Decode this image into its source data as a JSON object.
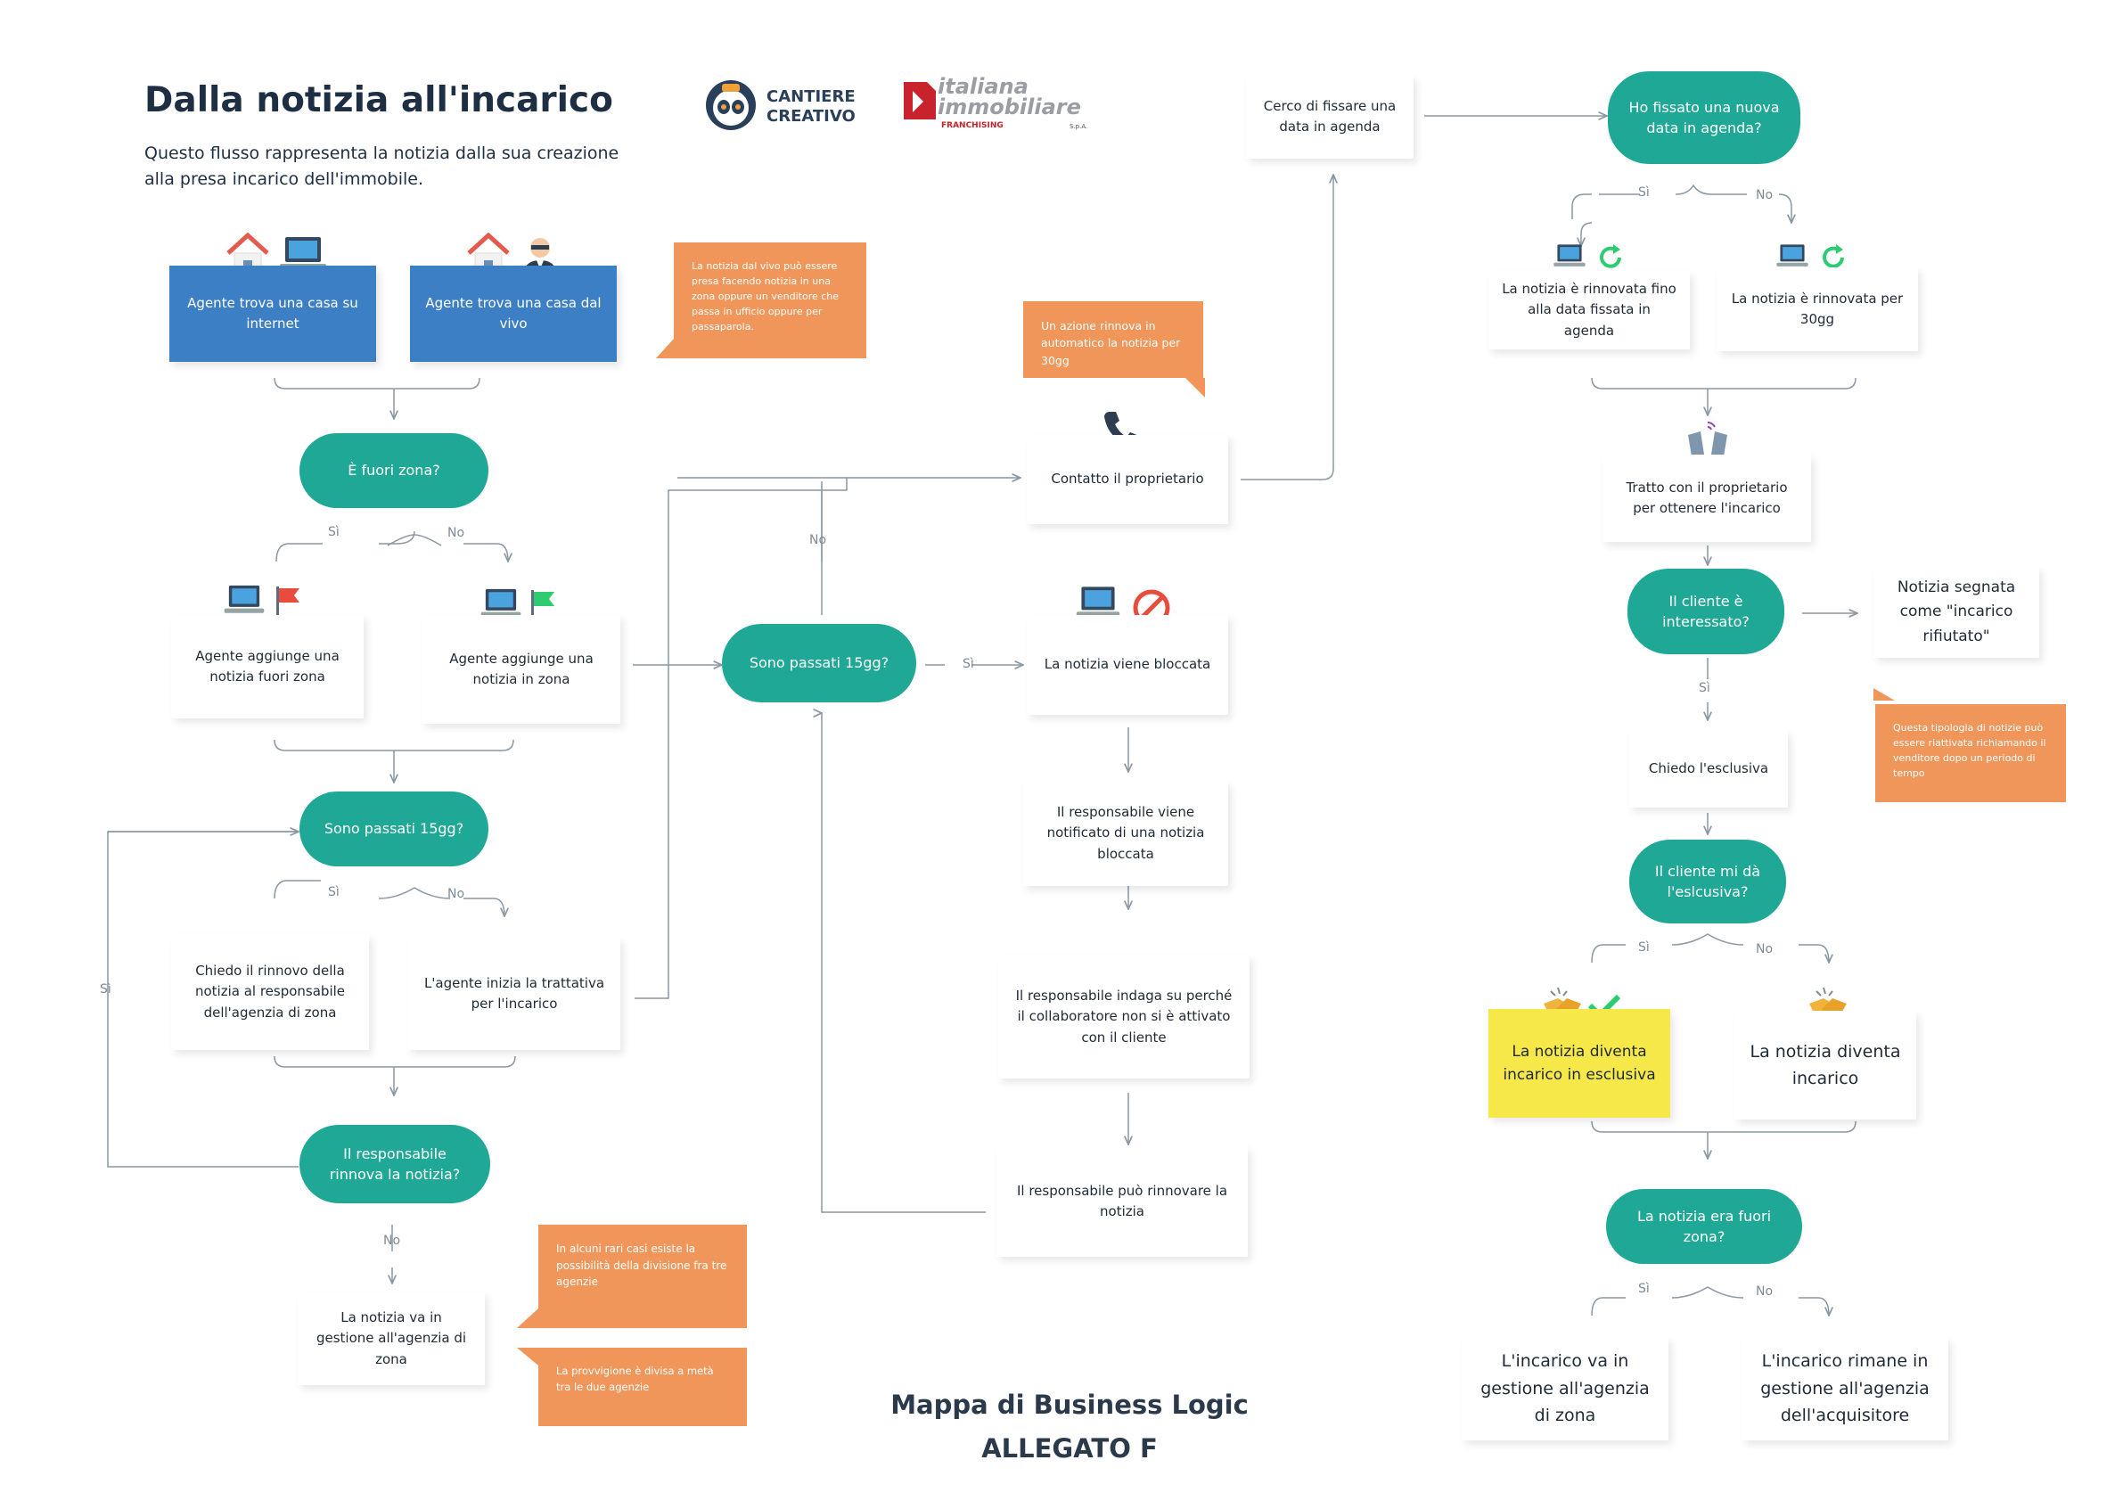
{
  "header": {
    "title": "Dalla notizia all'incarico",
    "subtitle_line1": "Questo flusso rappresenta la notizia dalla sua creazione",
    "subtitle_line2": "alla presa incarico dell'immobile."
  },
  "logos": {
    "cantiere_line1": "CANTIERE",
    "cantiere_line2": "CREATIVO",
    "italiana_line1": "italiana",
    "italiana_line2": "immobiliare",
    "italiana_franchising": "FRANCHISING",
    "italiana_spa": "S.p.A."
  },
  "footer": {
    "line1": "Mappa di Business Logic",
    "line2": "ALLEGATO F"
  },
  "col1": {
    "agent_internet": "Agente trova una casa su internet",
    "agent_vivo": "Agente trova una casa dal vivo",
    "note_vivo": "La notizia dal vivo può essere presa facendo notizia in una zona oppure un venditore che passa in ufficio oppure per passaparola.",
    "q_fuori_zona": "È fuori zona?",
    "si": "Sì",
    "no": "No",
    "add_fuori_zona": "Agente aggiunge una notizia fuori zona",
    "add_in_zona": "Agente aggiunge una notizia in zona",
    "q_15gg": "Sono passati 15gg?",
    "chiedo_rinnovo": "Chiedo il rinnovo della notizia al responsabile dell'agenzia di zona",
    "inizia_trattativa": "L'agente inizia la trattativa per l'incarico",
    "q_rinnova": "Il responsabile rinnova la notizia?",
    "gestione_zona": "La notizia va in gestione all'agenzia di zona",
    "note_tre_agenzie": "In alcuni rari casi esiste la possibilità della divisione fra tre agenzie",
    "note_provvigione": "La provvigione è divisa a metà tra le due agenzie"
  },
  "col2": {
    "q_15gg": "Sono passati 15gg?",
    "note_rinnova": "Un azione rinnova in automatico la notizia per 30gg",
    "contatto": "Contatto il proprietario",
    "bloccata": "La notizia viene bloccata",
    "notificato": "Il responsabile viene notificato di una notizia bloccata",
    "indaga": "Il responsabile indaga su perché il collaboratore non si è attivato con il cliente",
    "puo_rinnovare": "Il responsabile può rinnovare la notizia"
  },
  "col3": {
    "cerco_fissare": "Cerco di fissare una data in agenda",
    "q_nuova_data": "Ho fissato una nuova data in agenda?",
    "rinnovata_fino": "La notizia è rinnovata fino alla data fissata in agenda",
    "rinnovata_30": "La notizia è rinnovata per 30gg",
    "tratto": "Tratto con il proprietario per ottenere l'incarico",
    "q_interessato": "Il cliente è interessato?",
    "rifiutato": "Notizia segnata come \"incarico rifiutato\"",
    "note_riattivata": "Questa tipologia di notizie può essere riattivata richiamando il venditore dopo un periodo di tempo",
    "chiedo_esclusiva": "Chiedo l'esclusiva",
    "q_esclusiva": "Il cliente mi dà l'eslcusiva?",
    "incarico_esclusiva": "La notizia diventa incarico in esclusiva",
    "incarico": "La notizia diventa incarico",
    "q_fuori_zona": "La notizia era fuori zona?",
    "gestione_zona": "L'incarico va in gestione all'agenzia di zona",
    "gestione_acquisitore": "L'incarico rimane in gestione all'agenzia dell'acquisitore"
  },
  "colors": {
    "teal": "#1fa896",
    "blue": "#3c7fc4",
    "orange": "#f0965a",
    "yellow": "#f7e84a",
    "line": "#8a97a4"
  }
}
